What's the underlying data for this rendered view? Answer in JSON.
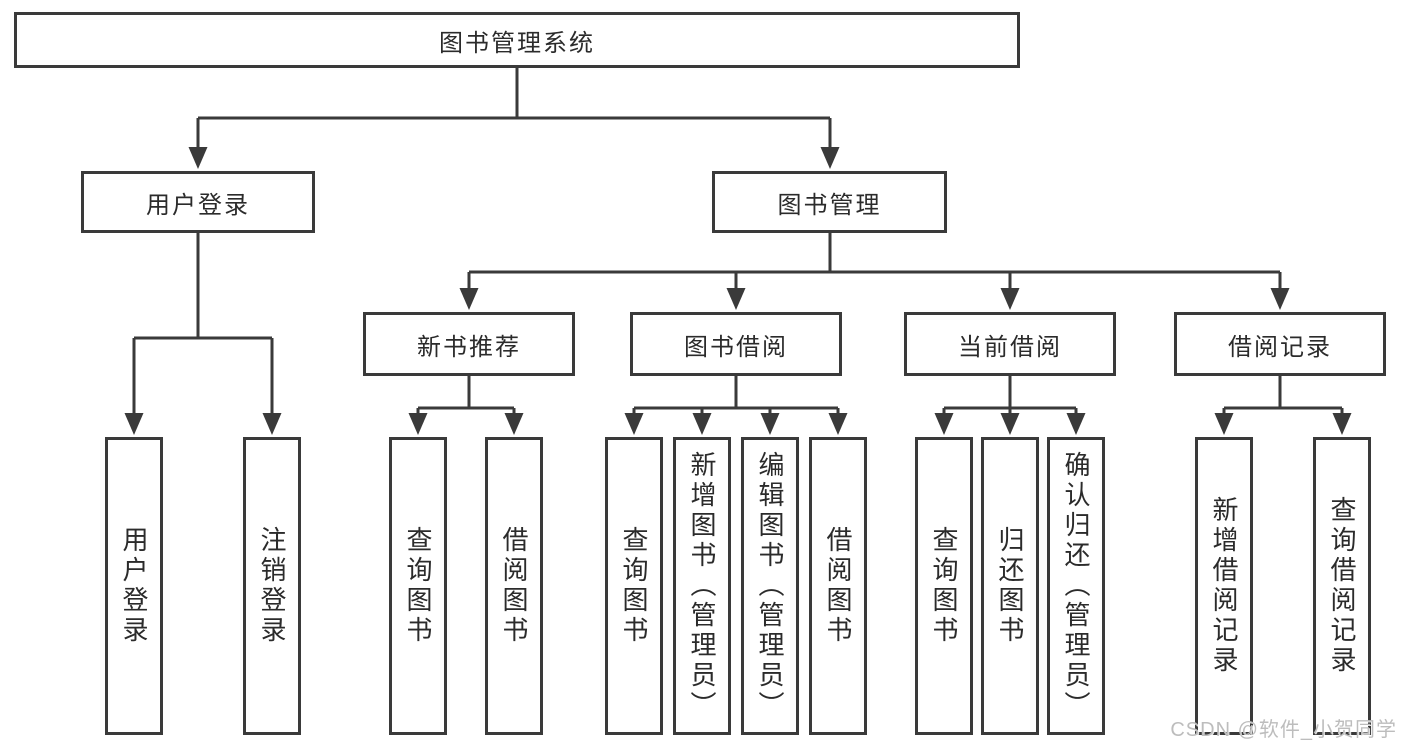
{
  "diagram": {
    "title": "图书管理系统",
    "type": "hierarchy-tree",
    "nodes": {
      "root": "图书管理系统",
      "user_login": "用户登录",
      "book_mgmt": "图书管理",
      "new_book_rec": "新书推荐",
      "book_borrow": "图书借阅",
      "current_borrow": "当前借阅",
      "borrow_records": "借阅记录",
      "leaf_user_login": "用户登录",
      "leaf_logout": "注销登录",
      "leaf_nbr_query": "查询图书",
      "leaf_nbr_borrow": "借阅图书",
      "leaf_bb_query": "查询图书",
      "leaf_bb_add": "新增图书（管理员）",
      "leaf_bb_edit": "编辑图书（管理员）",
      "leaf_bb_borrow": "借阅图书",
      "leaf_cb_query": "查询图书",
      "leaf_cb_return": "归还图书",
      "leaf_cb_confirm": "确认归还（管理员）",
      "leaf_br_add": "新增借阅记录",
      "leaf_br_query": "查询借阅记录"
    },
    "edges": [
      [
        "图书管理系统",
        "用户登录"
      ],
      [
        "图书管理系统",
        "图书管理"
      ],
      [
        "用户登录",
        "用户登录(叶)"
      ],
      [
        "用户登录",
        "注销登录"
      ],
      [
        "图书管理",
        "新书推荐"
      ],
      [
        "图书管理",
        "图书借阅"
      ],
      [
        "图书管理",
        "当前借阅"
      ],
      [
        "图书管理",
        "借阅记录"
      ],
      [
        "新书推荐",
        "查询图书"
      ],
      [
        "新书推荐",
        "借阅图书"
      ],
      [
        "图书借阅",
        "查询图书"
      ],
      [
        "图书借阅",
        "新增图书（管理员）"
      ],
      [
        "图书借阅",
        "编辑图书（管理员）"
      ],
      [
        "图书借阅",
        "借阅图书"
      ],
      [
        "当前借阅",
        "查询图书"
      ],
      [
        "当前借阅",
        "归还图书"
      ],
      [
        "当前借阅",
        "确认归还（管理员）"
      ],
      [
        "借阅记录",
        "新增借阅记录"
      ],
      [
        "借阅记录",
        "查询借阅记录"
      ]
    ]
  },
  "watermark": "CSDN @软件_小贺同学",
  "colors": {
    "line": "#3a3a3a",
    "text": "#2b2b2b",
    "background": "#ffffff",
    "watermark": "#bdbdbd"
  }
}
